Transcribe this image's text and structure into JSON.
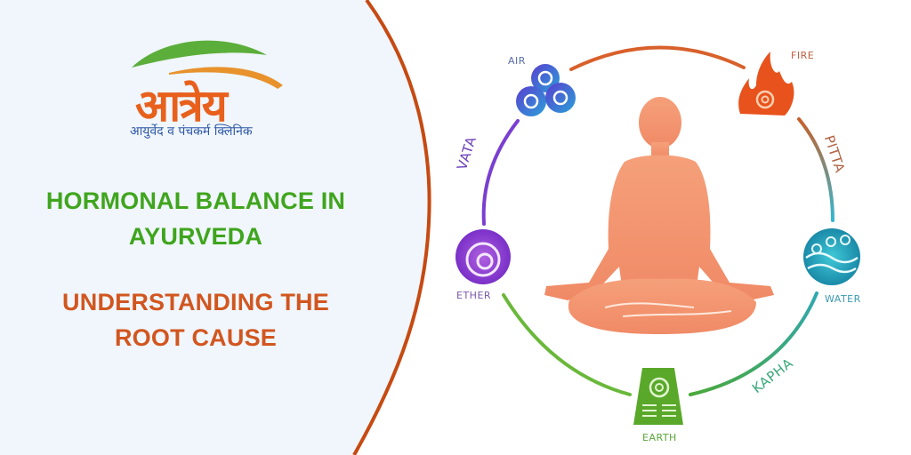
{
  "brand": {
    "logo_text": "आत्रेय",
    "tagline": "आयुर्वेद व पंचकर्म क्लिनिक",
    "colors": {
      "logo_orange": "#e8601c",
      "leaf_green": "#5cae3a",
      "tagline_blue": "#2d57a6"
    }
  },
  "headline": {
    "line1": "HORMONAL BALANCE IN",
    "line2": "AYURVEDA",
    "line3": "UNDERSTANDING THE",
    "line4": "ROOT CAUSE",
    "colors": {
      "primary": "#3fa51d",
      "secondary": "#d2561f"
    }
  },
  "panel": {
    "background": "#f0f6fc",
    "border_color": "#c64a12"
  },
  "diagram": {
    "elements": [
      {
        "name": "AIR",
        "icon": "air-swirl-icon",
        "color": "#4a5fd0"
      },
      {
        "name": "FIRE",
        "icon": "fire-flame-icon",
        "color": "#e8521c"
      },
      {
        "name": "WATER",
        "icon": "water-wave-icon",
        "color": "#2aa8c0"
      },
      {
        "name": "EARTH",
        "icon": "earth-mound-icon",
        "color": "#5aa82a"
      },
      {
        "name": "ETHER",
        "icon": "ether-spiral-icon",
        "color": "#8a3fd0"
      }
    ],
    "doshas": [
      {
        "name": "VATA",
        "color": "#7a3fd0"
      },
      {
        "name": "PITTA",
        "color": "#c8602a"
      },
      {
        "name": "KAPHA",
        "color": "#3aa87a"
      }
    ],
    "figure": {
      "label": "meditating-figure",
      "color": "#f3906a"
    }
  }
}
